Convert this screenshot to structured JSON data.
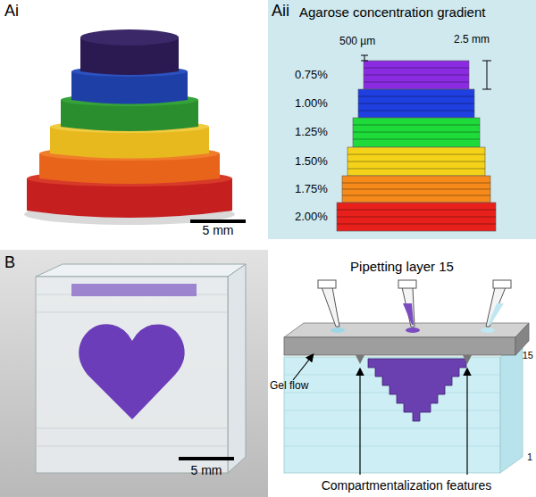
{
  "diagram": {
    "labels": [
      "Ai",
      "Aii",
      "Agarose concentration gradient",
      "5 mm",
      "500 µm",
      "2.5 mm",
      "0.75%",
      "1.00%",
      "1.25%",
      "1.50%",
      "1.75%",
      "2.00%",
      "B",
      "5 mm",
      "Pipetting layer 15",
      "Gel flow",
      "15",
      "1",
      "Compartmentalization features"
    ]
  }
}
